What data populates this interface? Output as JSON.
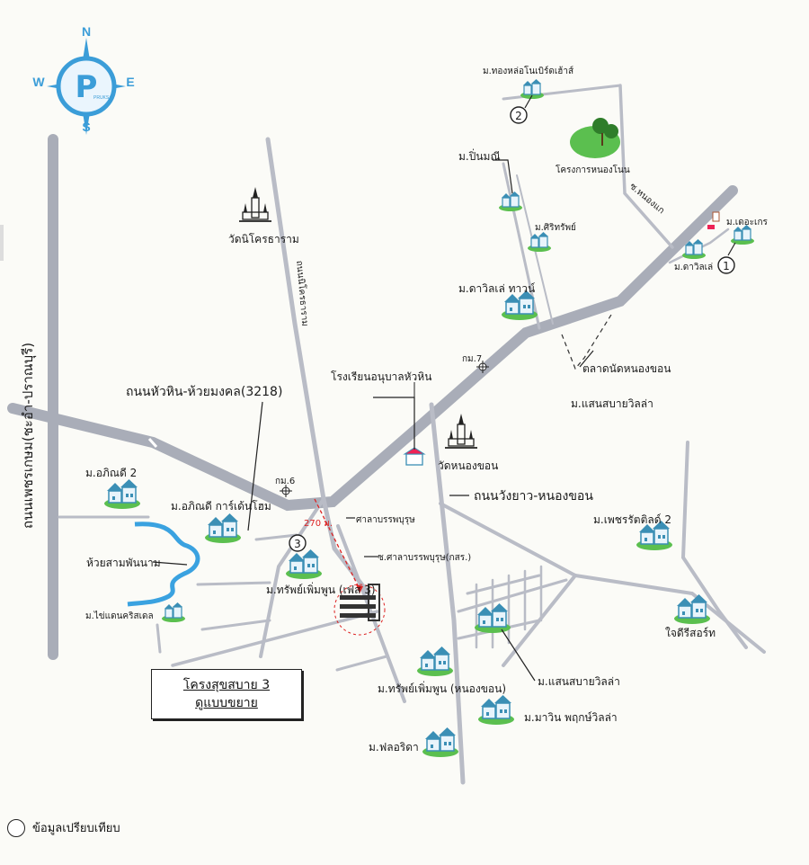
{
  "compass": {
    "n": "N",
    "s": "S",
    "e": "E",
    "w": "W",
    "logo": "P",
    "logo_sub": "PRUKSA"
  },
  "roads": {
    "phetkasem": "ถนนเพชรเกษม(ชะอำ-ปราณบุรี)",
    "huahin_huaimongkhon": "ถนนหัวหิน-ห้วยมงคล(3218)",
    "wangyao_nongkhon": "ถนนวังยาว-หนองขอน",
    "nikhorntham_road": "ถนนนิโครธาราม",
    "nong_kae_soi": "ซ.หนองแก"
  },
  "km_markers": {
    "km6": "กม.6",
    "km7": "กม.7"
  },
  "distance": "270 ม.",
  "landmarks": {
    "wat_nikhorntham": "วัดนิโครธาราม",
    "wat_nongkhon": "วัดหนองขอน",
    "school": "โรงเรียนอนุบาลหัวหิน",
    "market": "ตลาดนัดหนองขอน",
    "sala_1": "ศาลาบรรพบุรุษ",
    "sala_2": "ซ.ศาลาบรรพบุรุษ(กสร.)",
    "stream": "ห้วยสามพันนาม",
    "golf": "โครงการหนองโนน"
  },
  "projects": [
    {
      "name": "ม.ทองหล่อโนเบิร์ดเฮ้าส์"
    },
    {
      "name": "ม.ปิ่นมณี"
    },
    {
      "name": "ม.ศิริทรัพย์"
    },
    {
      "name": "ม.ดาวิลเล่ ทาวน์"
    },
    {
      "name": "ม.เดอะเกร"
    },
    {
      "name": "ม.ดาวิลเล่"
    },
    {
      "name": "ม.แสนสบายวิลล่า"
    },
    {
      "name": "ม.อภิณดี 2"
    },
    {
      "name": "ม.อภิณดี การ์เด้นโฮม"
    },
    {
      "name": "ม.ไข่แดนคริสเดล"
    },
    {
      "name": "ม.ทรัพย์เพิ่มพูน (เฟส 3)"
    },
    {
      "name": "ม.ทรัพย์เพิ่มพูน (หนองขอน)"
    },
    {
      "name": "ม.ฟลอริดา"
    },
    {
      "name": "ม.แสนสบายวิลล่า"
    },
    {
      "name": "ม.มาวิน พฤกษ์วิลล่า"
    },
    {
      "name": "ม.เพชรรัตติลด์ 2"
    },
    {
      "name": "ใจดีรีสอร์ท"
    }
  ],
  "pins": {
    "pin1": "1",
    "pin2": "2",
    "pin3": "3"
  },
  "target_project": {
    "line1": "โครงสุขสบาย 3",
    "line2": "ดูแบบขยาย"
  },
  "legend": {
    "label": "ข้อมูลเปรียบเทียบ"
  },
  "colors": {
    "road": "#a9adb8",
    "water": "#3aa2e0",
    "house": "#3b8fb5",
    "grass": "#5bbf4f",
    "route": "#d22",
    "compass": "#3b9dd8"
  }
}
